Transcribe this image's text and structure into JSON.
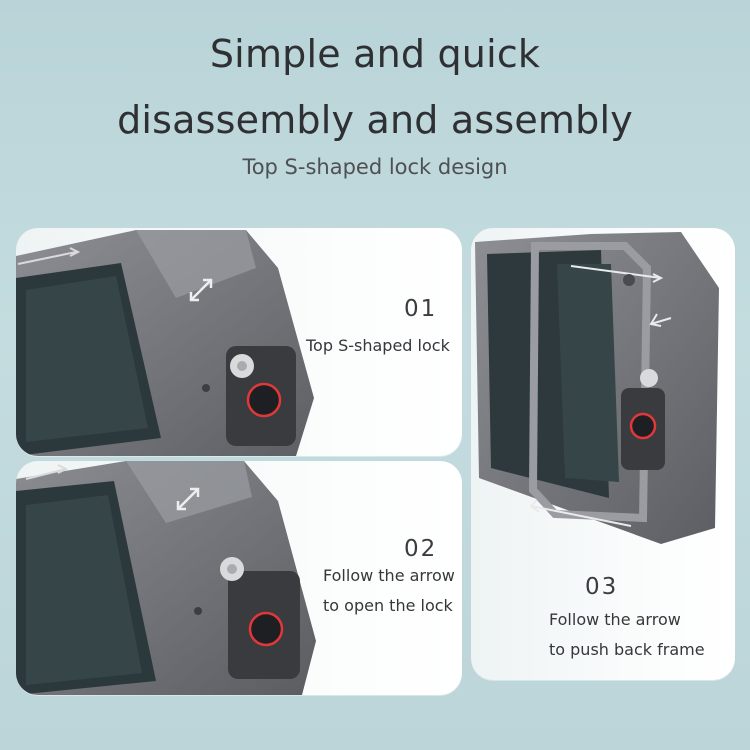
{
  "header": {
    "title_line1": "Simple and quick",
    "title_line2": "disassembly and assembly",
    "subtitle": "Top S-shaped lock design"
  },
  "steps": [
    {
      "number": "01",
      "line1": "Top S-shaped lock",
      "line2": ""
    },
    {
      "number": "02",
      "line1": "Follow the arrow",
      "line2": "to open the lock"
    },
    {
      "number": "03",
      "line1": "Follow the arrow",
      "line2": "to push back frame"
    }
  ],
  "colors": {
    "background": "#bcd5d9",
    "card": "#f8fbfb",
    "metal": "#7b7d82",
    "metal_dark": "#55575c",
    "screen": "#2f3b3e",
    "accent_red": "#e0383a"
  }
}
